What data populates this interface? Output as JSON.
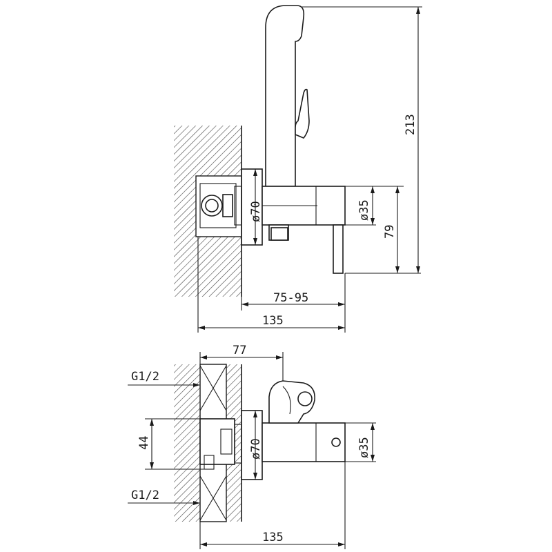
{
  "side_view": {
    "height_total": "213",
    "diameter_body": "ø70",
    "diameter_outlet": "ø35",
    "height_outlet": "79",
    "projection_range": "75-95",
    "overall_depth": "135"
  },
  "front_view": {
    "inlet_top": "G1/2",
    "inlet_bottom": "G1/2",
    "inlet_spacing": "44",
    "box_depth": "77",
    "diameter_body": "ø70",
    "diameter_outlet": "ø35",
    "overall_depth": "135"
  }
}
